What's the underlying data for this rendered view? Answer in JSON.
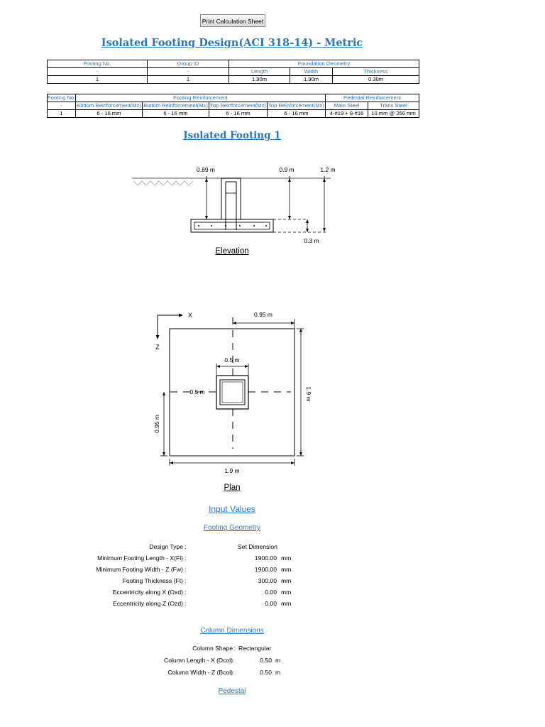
{
  "print_button": "Print Calculation Sheet",
  "title": "Isolated Footing Design(ACI 318-14) - Metric",
  "table1": {
    "headers": [
      "Footing No.",
      "Group ID",
      "Foundation Geometry"
    ],
    "subheaders": [
      "-",
      "-",
      "Length",
      "Width",
      "Thickness"
    ],
    "row": [
      "1",
      "1",
      "1.90m",
      "1.90m",
      "0.30m"
    ]
  },
  "table2": {
    "headers": [
      "Footing No.",
      "Footing Reinforcement",
      "Pedestal Reinforcement"
    ],
    "subheaders": [
      "-",
      "Bottom Reinforcement(Mz)",
      "Bottom Reinforcement(Mx)",
      "Top Reinforcement(Mz)",
      "Top Reinforcement(Mx)",
      "Main Steel",
      "Trans Steel"
    ],
    "row": [
      "1",
      "6 - 16 mm",
      "6 - 16 mm",
      "6 - 16 mm",
      "6 - 16 mm",
      "4-#19 + 8-#16",
      "10 mm @ 250 mm"
    ]
  },
  "section_title": "Isolated Footing 1",
  "elevation": {
    "dim_left": "0.89 m",
    "dim_mid": "0.9 m",
    "dim_right": "1.2 m",
    "dim_bottom": "0.3 m",
    "caption": "Elevation"
  },
  "plan": {
    "axis_x": "X",
    "axis_z": "Z",
    "dim_top": "0.95 m",
    "dim_col_width": "0.5 m",
    "dim_col_left": "0.5 m",
    "dim_right": "1.9 m",
    "dim_left": "0.95 m",
    "dim_bottom": "1.9 m",
    "caption": "Plan"
  },
  "input_values": {
    "title": "Input Values",
    "footing_geometry": {
      "title": "Footing Geometry",
      "rows": [
        {
          "label": "Design Type",
          "value": "Set Dimension",
          "unit": ""
        },
        {
          "label": "Minimum Footing Length - X(Fl)",
          "value": "1900.00",
          "unit": "mm"
        },
        {
          "label": "Minimum Footing Width - Z (Fw)",
          "value": "1900.00",
          "unit": "mm"
        },
        {
          "label": "Footing Thickness (Ft)",
          "value": "300.00",
          "unit": "mm"
        },
        {
          "label": "Eccentricity along X (Oxd)",
          "value": "0.00",
          "unit": "mm"
        },
        {
          "label": "Eccentricity along Z (Ozd)",
          "value": "0.00",
          "unit": "mm"
        }
      ]
    },
    "column_dimensions": {
      "title": "Column Dimensions",
      "rows": [
        {
          "label": "Column Shape",
          "value": "Rectangular",
          "unit": ""
        },
        {
          "label": "Column Length - X (Dcol)",
          "value": "0.50",
          "unit": "m"
        },
        {
          "label": "Column Width - Z (Bcol)",
          "value": "0.50",
          "unit": "m"
        }
      ]
    },
    "pedestal_title": "Pedestal"
  }
}
